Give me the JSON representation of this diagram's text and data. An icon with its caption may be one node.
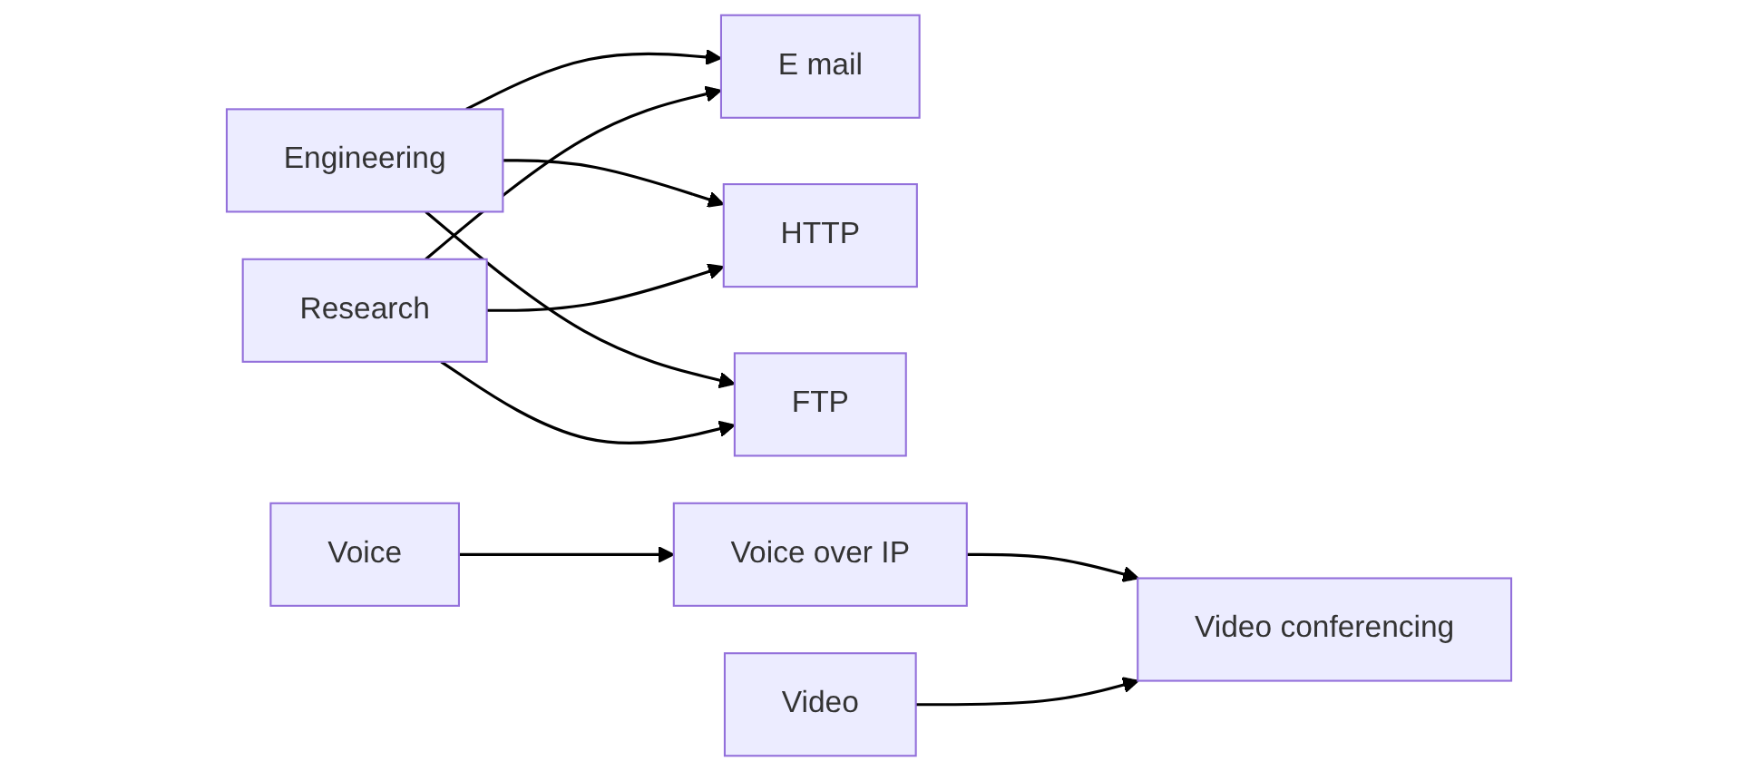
{
  "diagram": {
    "nodes": [
      {
        "text": [
          "Engineering"
        ]
      },
      {
        "text": [
          "E mail"
        ]
      },
      {
        "text": [
          "HTTP"
        ]
      },
      {
        "text": [
          "FTP"
        ]
      },
      {
        "text": [
          "Research"
        ]
      },
      {
        "text": [
          "Voice"
        ]
      },
      {
        "text": [
          "Voice over IP"
        ]
      },
      {
        "text": [
          "Video conferencing"
        ]
      },
      {
        "text": [
          "Video"
        ]
      }
    ],
    "edges": [
      {
        "from": 0,
        "to": 1,
        "arrow": "to"
      },
      {
        "from": 0,
        "to": 2,
        "arrow": "to"
      },
      {
        "from": 0,
        "to": 3,
        "arrow": "to"
      },
      {
        "from": 4,
        "to": 1,
        "arrow": "to"
      },
      {
        "from": 4,
        "to": 2,
        "arrow": "to"
      },
      {
        "from": 4,
        "to": 3,
        "arrow": "to"
      },
      {
        "from": 5,
        "to": 6,
        "arrow": "to"
      },
      {
        "from": 6,
        "to": 7,
        "arrow": "to"
      },
      {
        "from": 8,
        "to": 7,
        "arrow": "to"
      }
    ]
  }
}
